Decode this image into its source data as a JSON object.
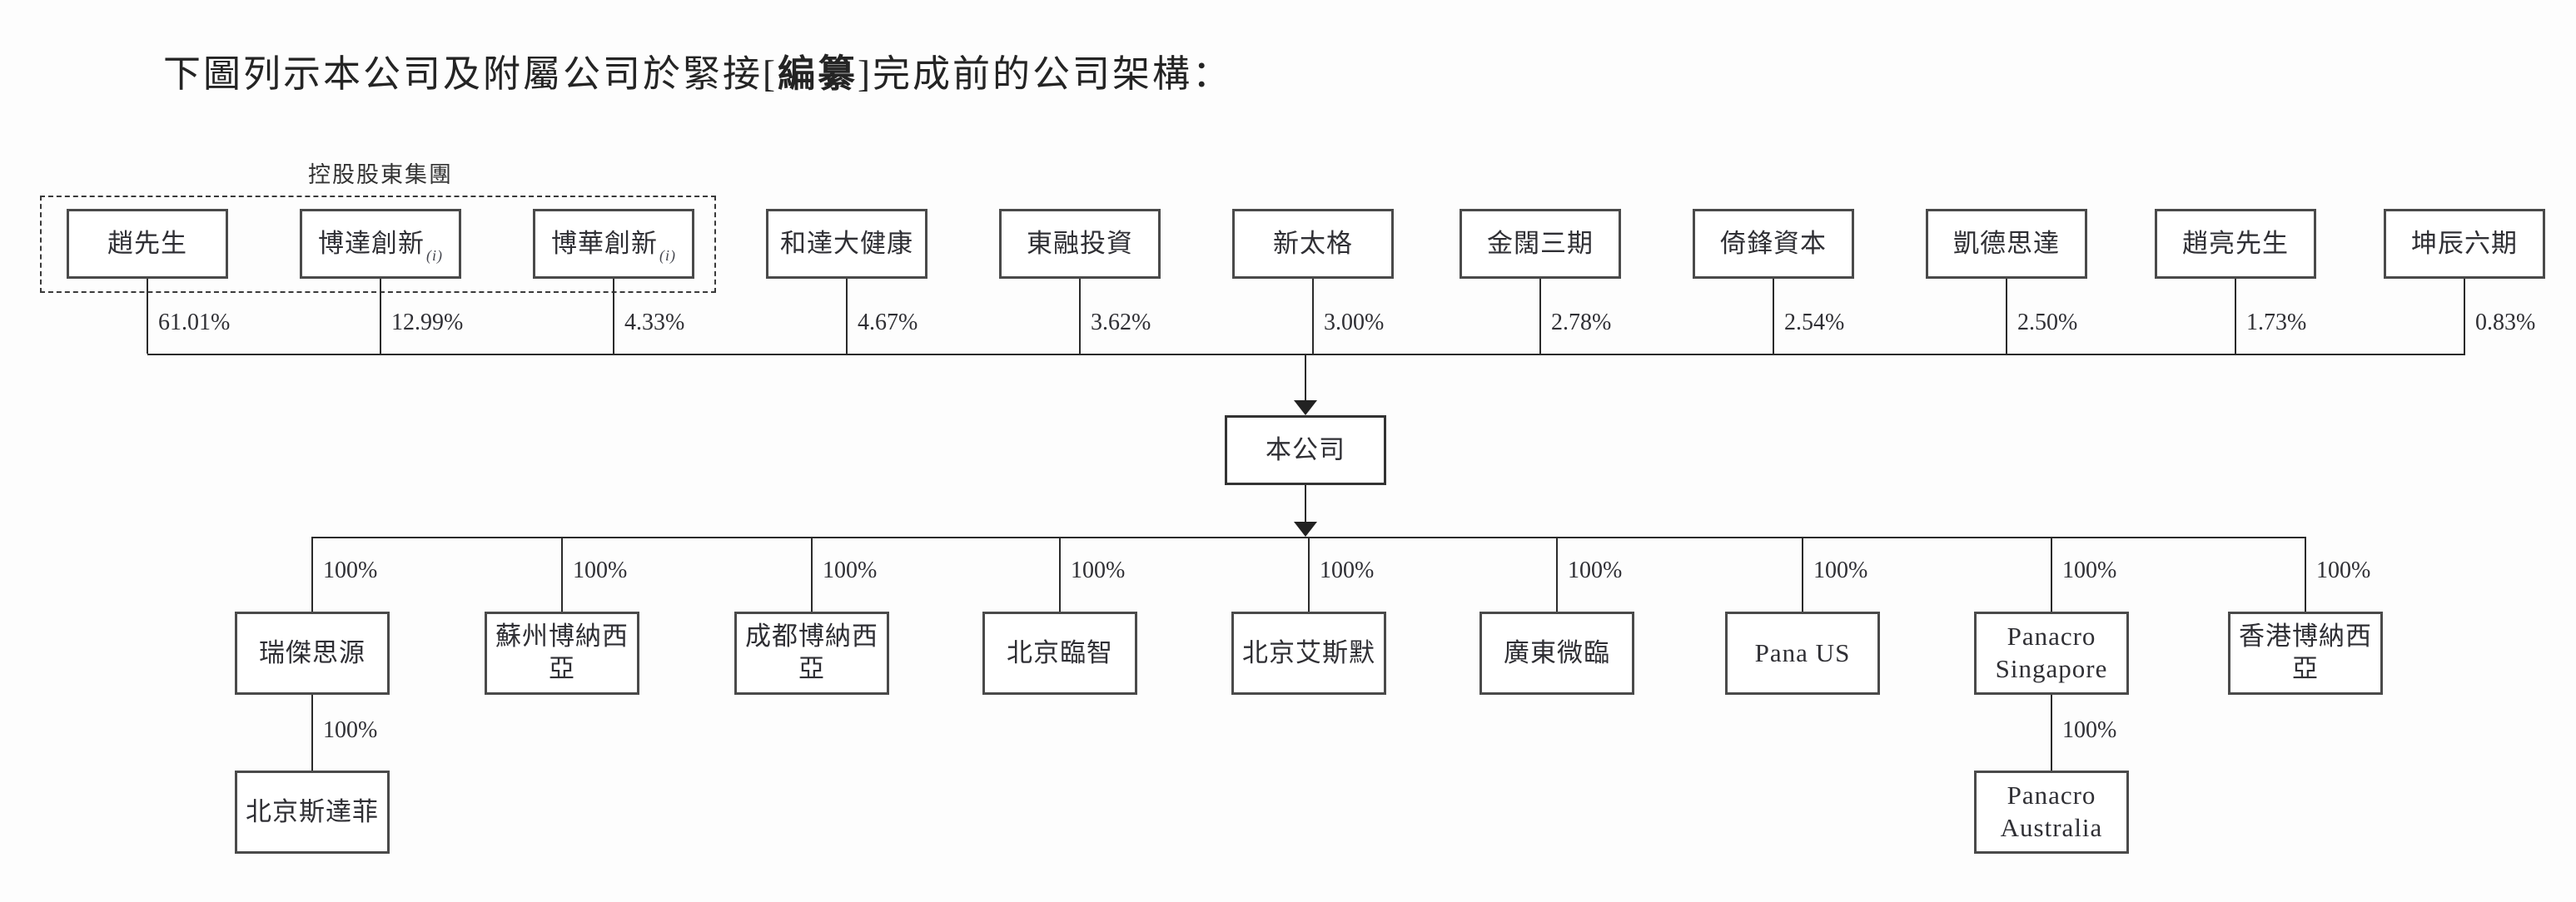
{
  "title": {
    "prefix": "下圖列示本公司及附屬公司於緊接[",
    "redacted": "編纂",
    "suffix": "]完成前的公司架構："
  },
  "controlling_group_label": "控股股東集團",
  "company": {
    "name": "本公司"
  },
  "shareholders": [
    {
      "name": "趙先生",
      "footnote": "",
      "percent": "61.01%"
    },
    {
      "name": "博達創新",
      "footnote": "(i)",
      "percent": "12.99%"
    },
    {
      "name": "博華創新",
      "footnote": "(i)",
      "percent": "4.33%"
    },
    {
      "name": "和達大健康",
      "footnote": "",
      "percent": "4.67%"
    },
    {
      "name": "東融投資",
      "footnote": "",
      "percent": "3.62%"
    },
    {
      "name": "新太格",
      "footnote": "",
      "percent": "3.00%"
    },
    {
      "name": "金闊三期",
      "footnote": "",
      "percent": "2.78%"
    },
    {
      "name": "倚鋒資本",
      "footnote": "",
      "percent": "2.54%"
    },
    {
      "name": "凱德思達",
      "footnote": "",
      "percent": "2.50%"
    },
    {
      "name": "趙亮先生",
      "footnote": "",
      "percent": "1.73%"
    },
    {
      "name": "坤辰六期",
      "footnote": "",
      "percent": "0.83%"
    }
  ],
  "subsidiaries": [
    {
      "name": "瑞傑思源",
      "percent": "100%"
    },
    {
      "name": "蘇州博納西亞",
      "percent": "100%"
    },
    {
      "name": "成都博納西亞",
      "percent": "100%"
    },
    {
      "name": "北京臨智",
      "percent": "100%"
    },
    {
      "name": "北京艾斯默",
      "percent": "100%"
    },
    {
      "name": "廣東微臨",
      "percent": "100%"
    },
    {
      "name": "Pana US",
      "percent": "100%"
    },
    {
      "name": "Panacro Singapore",
      "percent": "100%"
    },
    {
      "name": "香港博納西亞",
      "percent": "100%"
    }
  ],
  "sub_subsidiaries": [
    {
      "name": "北京斯達菲",
      "percent": "100%",
      "parent": "瑞傑思源"
    },
    {
      "name": "Panacro Australia",
      "percent": "100%",
      "parent": "Panacro Singapore"
    }
  ]
}
